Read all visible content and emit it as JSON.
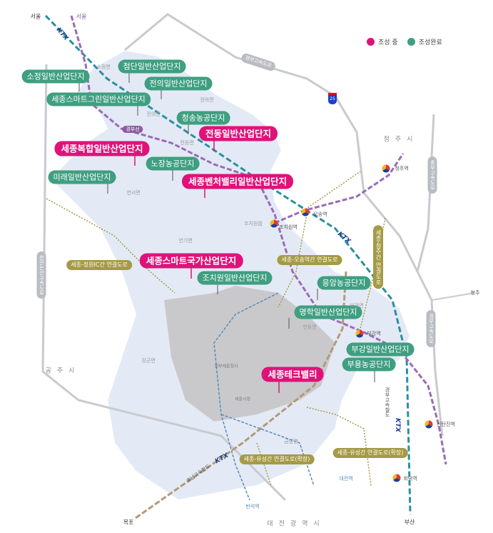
{
  "legend": {
    "in_progress": {
      "label": "조성 중",
      "color": "#e0127a"
    },
    "completed": {
      "label": "조성완료",
      "color": "#3f9f80"
    }
  },
  "complexes_completed": [
    "소정일반산업단지",
    "첨단일반산업단지",
    "전의일반산업단지",
    "세종스마트그린일반산업단지",
    "청송농공단지",
    "노장농공단지",
    "미래일반산업단지",
    "조치원일반산업단지",
    "응암농공단지",
    "명학일반산업단지",
    "부강일반산업단지",
    "부용농공단지"
  ],
  "complexes_in_progress": [
    "전동일반산업단지",
    "세종복합일반산업단지",
    "세종벤처밸리일반산업단지",
    "세종스마트국가산업단지",
    "세종테크밸리"
  ],
  "connector_roads": [
    "세종-청원IC간 연결도로",
    "세종-오송역간 연결도로",
    "세종-청주간 연결도로",
    "세종-유성간 연결도로(확장)",
    "세종-유성간 연결도로(확장)"
  ],
  "highways": [
    "경부고속도로",
    "중부고속도로",
    "경부고속도로",
    "천안논산고속도로",
    "25"
  ],
  "stations": [
    "청주역",
    "오송역",
    "조치원역",
    "부강역",
    "신탄진역",
    "회덕역",
    "대전역",
    "반석역"
  ],
  "cities": [
    "청주시",
    "공주시",
    "대전광역시",
    "청주"
  ],
  "line_ends": {
    "ktx_north": "서울",
    "rail_north": "서울",
    "south_west": "목포",
    "south": "부산"
  },
  "rail_tag": "경부선",
  "ktx_logo": "KTX",
  "rail_label": "경부고속철도",
  "rail_label2": "호남고속철도",
  "districts": [
    "소정면",
    "전의면",
    "전동면",
    "연서면",
    "전의면",
    "조치원읍",
    "연기면",
    "연동면",
    "부강면",
    "장군면",
    "금남면",
    "정부세종청사",
    "세종시청"
  ]
}
